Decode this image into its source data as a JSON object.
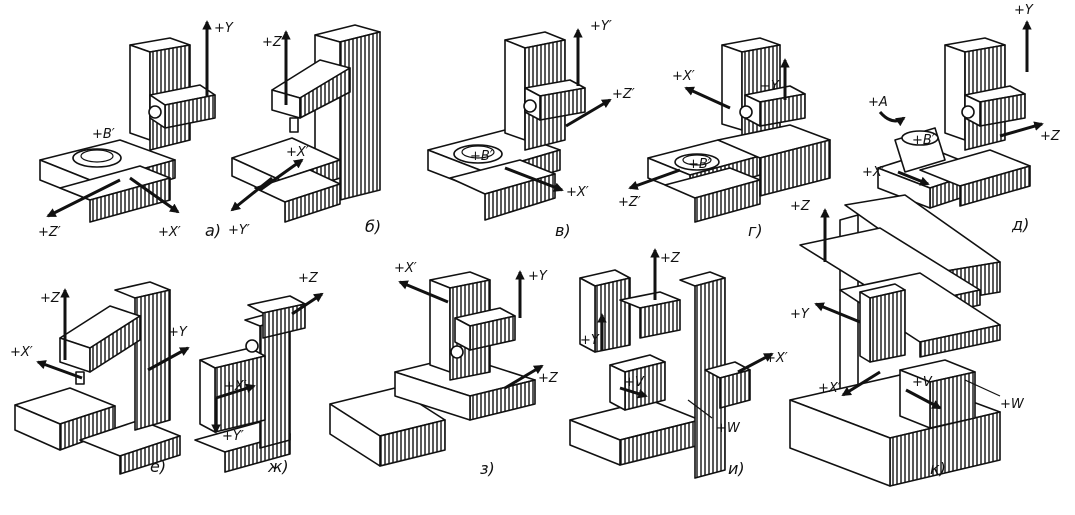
{
  "panels": [
    {
      "id": "a",
      "caption": "а)",
      "labels": [
        "+Y",
        "+B′",
        "+Z′",
        "+X′"
      ]
    },
    {
      "id": "b",
      "caption": "б)",
      "labels": [
        "+Z",
        "+X′",
        "+Y′"
      ]
    },
    {
      "id": "v",
      "caption": "в)",
      "labels": [
        "+Y′",
        "+Z′",
        "+B′",
        "+X′"
      ]
    },
    {
      "id": "g",
      "caption": "г)",
      "labels": [
        "+X′",
        "−Y",
        "+B′",
        "+Z′"
      ]
    },
    {
      "id": "d",
      "caption": "д)",
      "labels": [
        "+Y",
        "+A",
        "+B′",
        "+Z",
        "+X′"
      ]
    },
    {
      "id": "e",
      "caption": "е)",
      "labels": [
        "+Z",
        "+X′",
        "+Y"
      ]
    },
    {
      "id": "zh",
      "caption": "ж)",
      "labels": [
        "+Z",
        "+X′",
        "+Y′"
      ]
    },
    {
      "id": "z",
      "caption": "з)",
      "labels": [
        "+X′",
        "+Y",
        "+Z"
      ]
    },
    {
      "id": "i",
      "caption": "и)",
      "labels": [
        "+Z",
        "+Y",
        "+V",
        "+X′",
        "+W"
      ]
    },
    {
      "id": "k",
      "caption": "к)",
      "labels": [
        "+Z",
        "+Y",
        "+X′",
        "+V",
        "+W"
      ]
    }
  ]
}
